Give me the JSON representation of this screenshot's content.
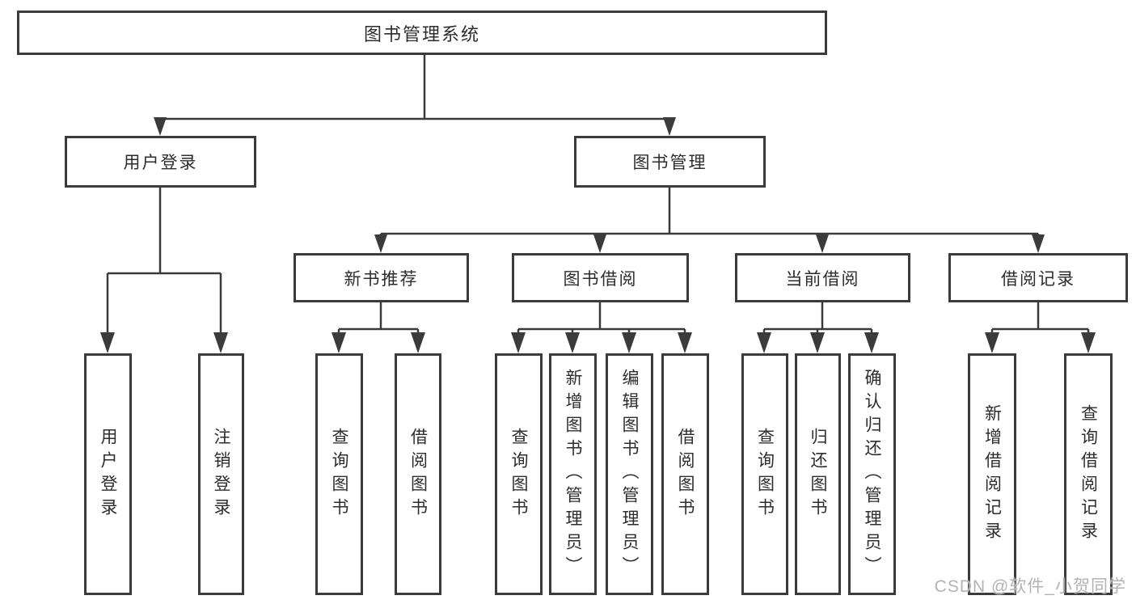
{
  "diagram": {
    "root": {
      "label": "图书管理系统"
    },
    "level2": [
      {
        "label": "用户登录"
      },
      {
        "label": "图书管理"
      }
    ],
    "level3": [
      {
        "label": "新书推荐",
        "parent": "图书管理"
      },
      {
        "label": "图书借阅",
        "parent": "图书管理"
      },
      {
        "label": "当前借阅",
        "parent": "图书管理"
      },
      {
        "label": "借阅记录",
        "parent": "图书管理"
      }
    ],
    "leaves": [
      {
        "label": "用户登录",
        "parent": "用户登录"
      },
      {
        "label": "注销登录",
        "parent": "用户登录"
      },
      {
        "label": "查询图书",
        "parent": "新书推荐"
      },
      {
        "label": "借阅图书",
        "parent": "新书推荐"
      },
      {
        "label": "查询图书",
        "parent": "图书借阅"
      },
      {
        "label": "新增图书（管理员）",
        "parent": "图书借阅"
      },
      {
        "label": "编辑图书（管理员）",
        "parent": "图书借阅"
      },
      {
        "label": "借阅图书",
        "parent": "图书借阅"
      },
      {
        "label": "查询图书",
        "parent": "当前借阅"
      },
      {
        "label": "归还图书",
        "parent": "当前借阅"
      },
      {
        "label": "确认归还（管理员）",
        "parent": "当前借阅"
      },
      {
        "label": "新增借阅记录",
        "parent": "借阅记录"
      },
      {
        "label": "查询借阅记录",
        "parent": "借阅记录"
      }
    ],
    "watermark": "CSDN @软件_小贺同学",
    "colors": {
      "line": "#3b3b3b",
      "border": "#3b3b3b",
      "text": "#2d2d2d",
      "watermark": "#b3b3b3",
      "background": "#ffffff"
    }
  }
}
